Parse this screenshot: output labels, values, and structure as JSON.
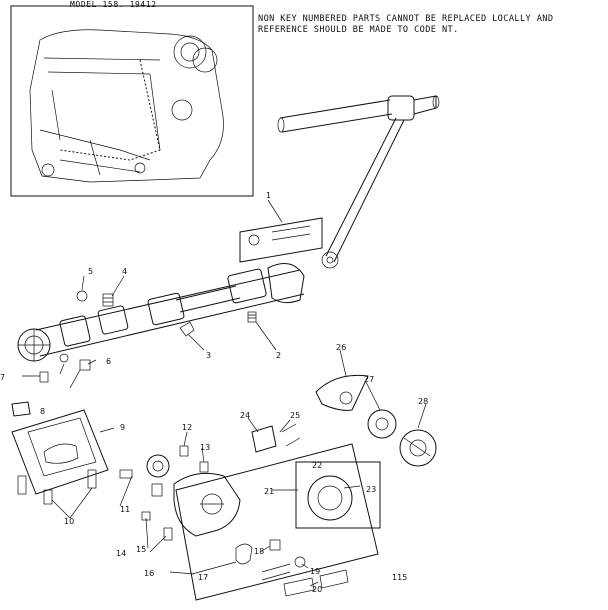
{
  "header": {
    "model": "MODEL 158. 19412",
    "note_line1": "NON KEY NUMBERED PARTS CANNOT BE REPLACED LOCALLY AND",
    "note_line2": "REFERENCE SHOULD BE MADE TO CODE NT."
  },
  "callouts": [
    "1",
    "2",
    "3",
    "4",
    "5",
    "6",
    "7",
    "8",
    "9",
    "10",
    "11",
    "12",
    "13",
    "14",
    "15",
    "16",
    "17",
    "18",
    "19",
    "20",
    "21",
    "22",
    "23",
    "24",
    "25",
    "26",
    "27",
    "28"
  ],
  "page_code": "115"
}
